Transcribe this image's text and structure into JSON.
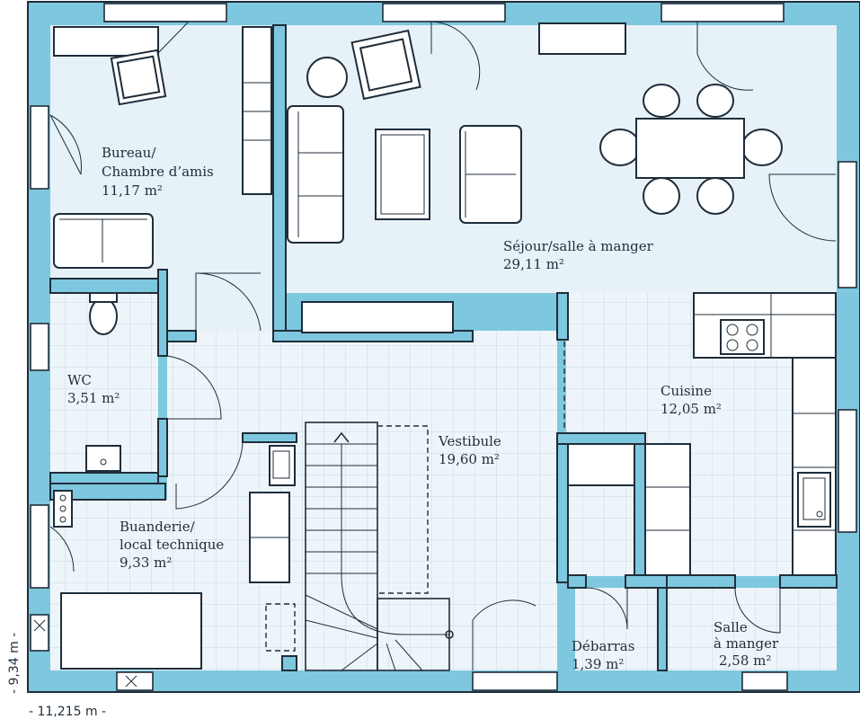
{
  "rooms": {
    "bureau": {
      "name_line1": "Bureau/",
      "name_line2": "Chambre d’amis",
      "area": "11,17 m²"
    },
    "sejour": {
      "name": "Séjour/salle à manger",
      "area": "29,11 m²"
    },
    "wc": {
      "name": "WC",
      "area": "3,51 m²"
    },
    "cuisine": {
      "name": "Cuisine",
      "area": "12,05 m²"
    },
    "vestibule": {
      "name": "Vestibule",
      "area": "19,60 m²"
    },
    "buanderie": {
      "name_line1": "Buanderie/",
      "name_line2": "local technique",
      "area": "9,33 m²"
    },
    "debarras": {
      "name": "Débarras",
      "area": "1,39 m²"
    },
    "salle": {
      "name_line1": "Salle",
      "name_line2": "à manger",
      "area": "2,58 m²"
    }
  },
  "dimensions": {
    "width": "- 11,215 m -",
    "height": "- 9,34 m -"
  },
  "colors": {
    "wall": "#7ec8df",
    "floor": "#e6f1f8",
    "outline": "#1f2d3a"
  }
}
